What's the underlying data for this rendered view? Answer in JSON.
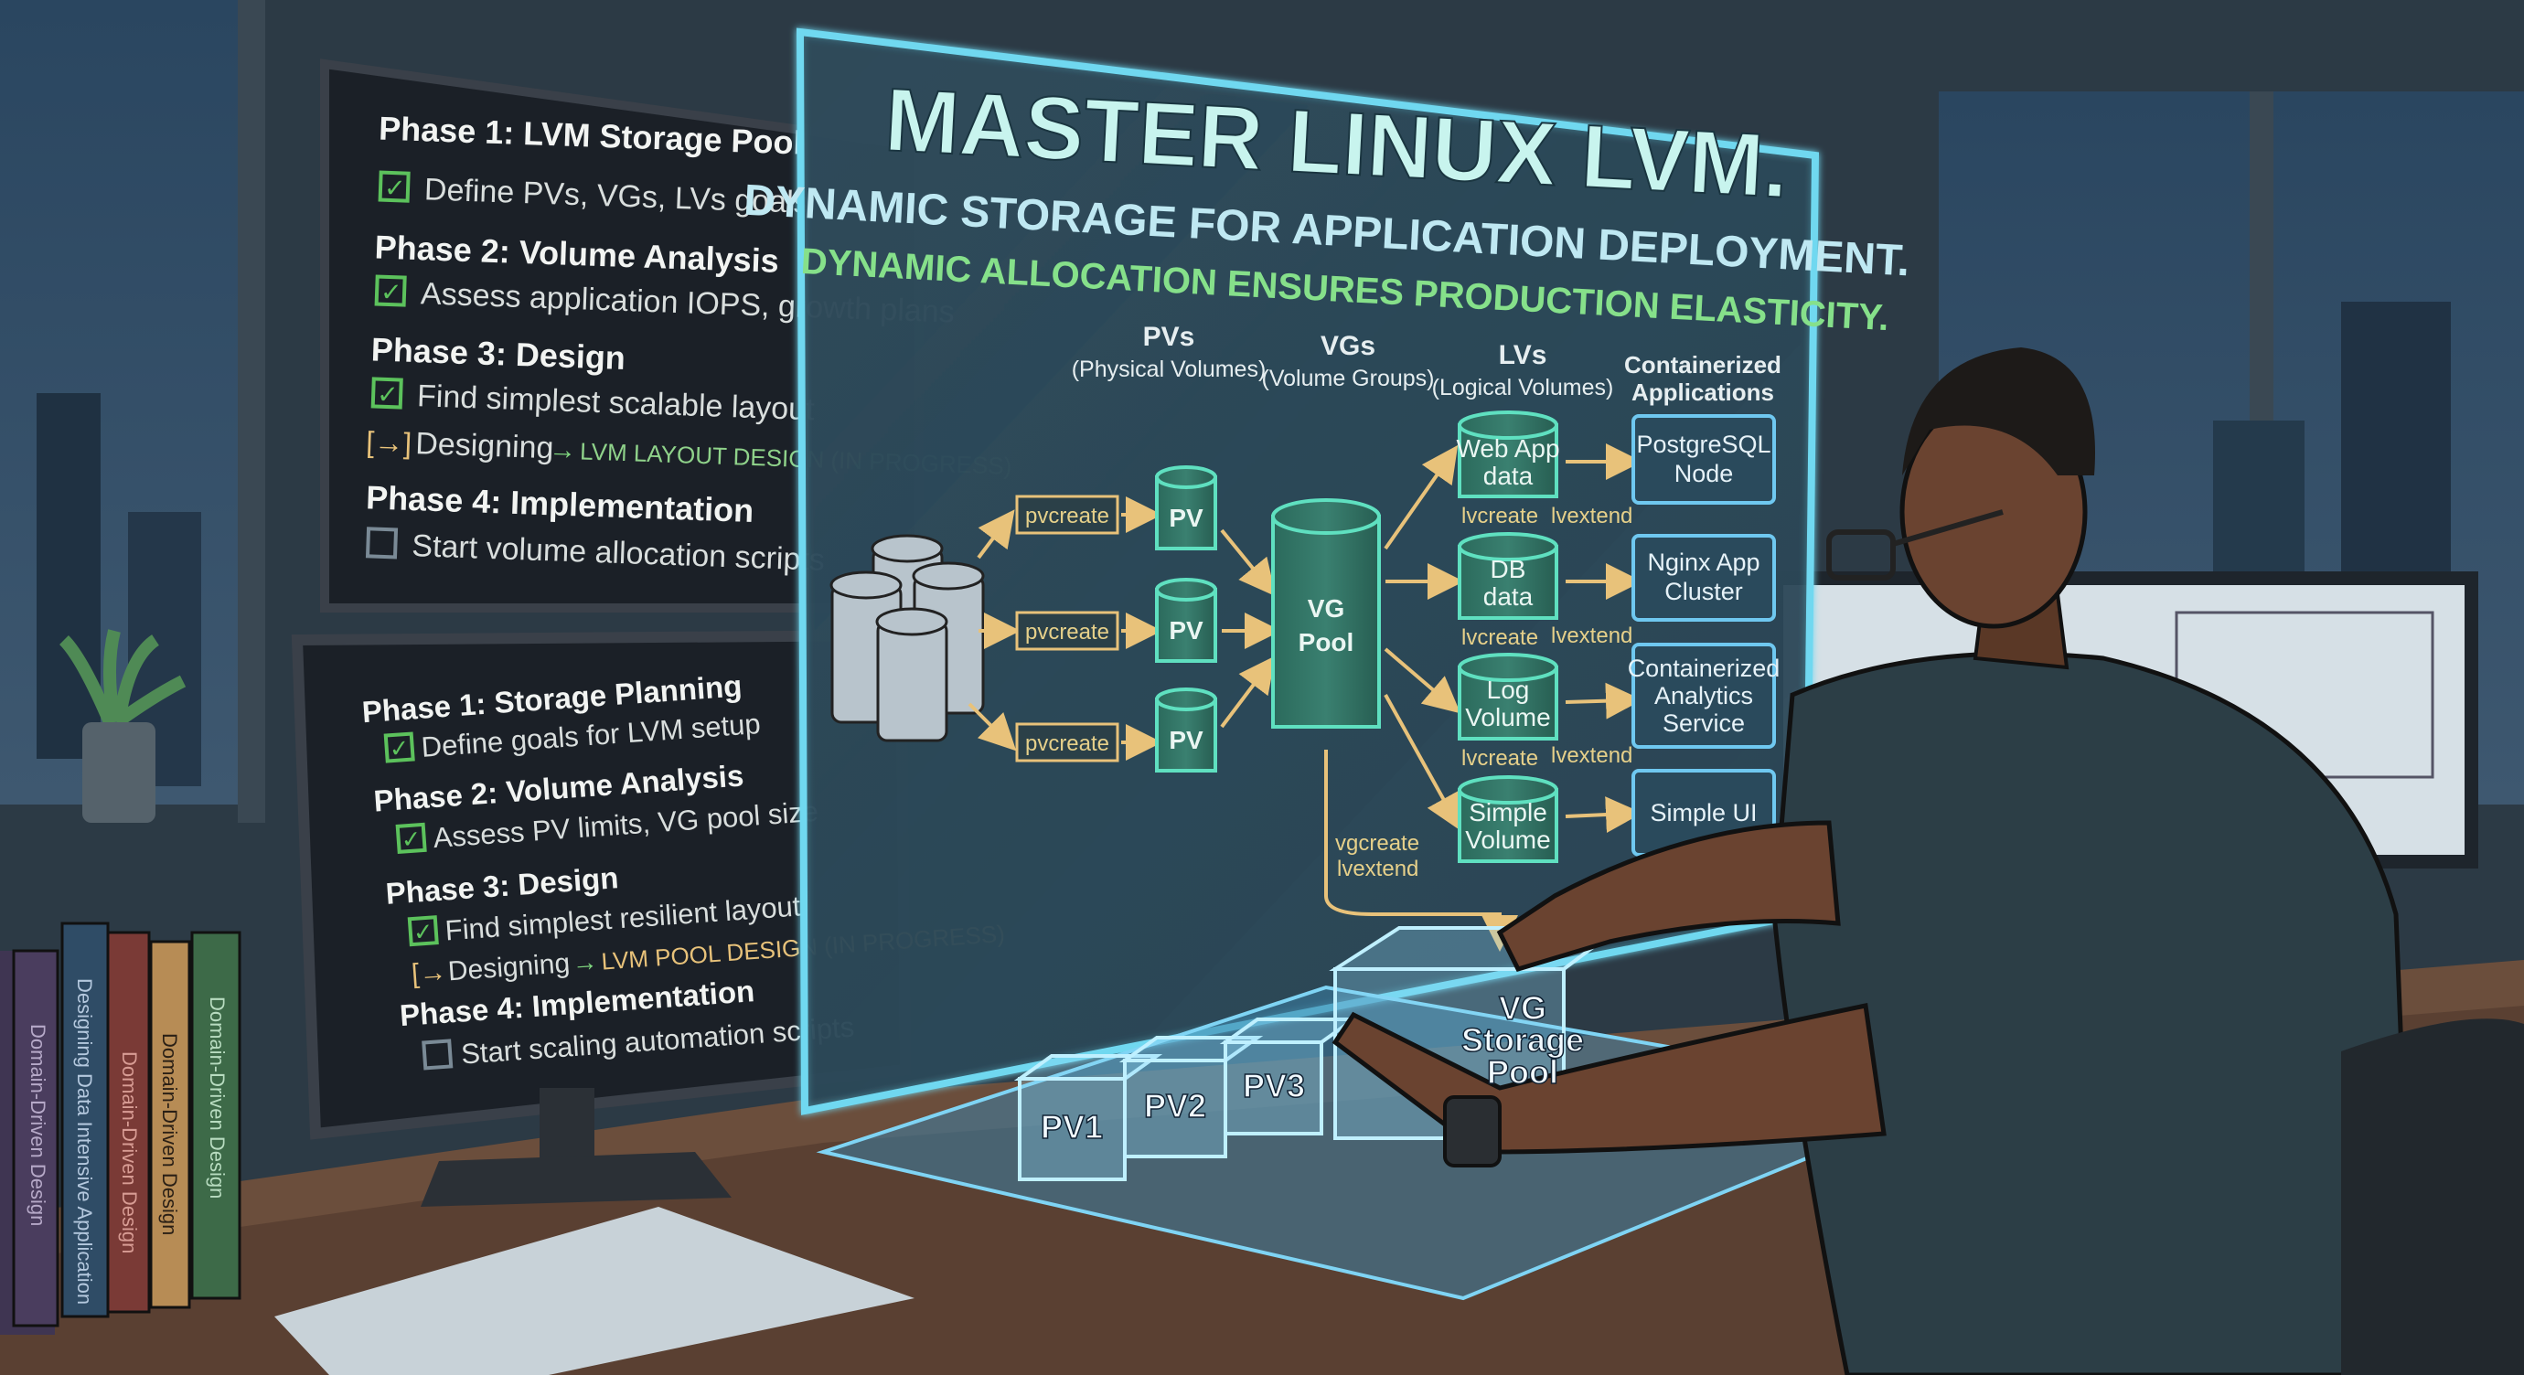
{
  "hologram": {
    "title": "MASTER LINUX LVM.",
    "subtitle": "DYNAMIC STORAGE FOR APPLICATION DEPLOYMENT.",
    "tagline": "DYNAMIC ALLOCATION ENSURES PRODUCTION ELASTICITY.",
    "columns": [
      {
        "title": "PVs",
        "sub": "(Physical Volumes)"
      },
      {
        "title": "VGs",
        "sub": "(Volume Groups)"
      },
      {
        "title": "LVs",
        "sub": "(Logical Volumes)"
      },
      {
        "title": "Containerized",
        "sub": "Applications"
      }
    ],
    "pvcreate": [
      "pvcreate",
      "pvcreate",
      "pvcreate"
    ],
    "pvs": [
      "PV",
      "PV",
      "PV"
    ],
    "vg_pool": [
      "VG",
      "Pool"
    ],
    "lvs": [
      {
        "l1": "Web App",
        "l2": "data"
      },
      {
        "l1": "DB",
        "l2": "data"
      },
      {
        "l1": "Log",
        "l2": "Volume"
      },
      {
        "l1": "Simple",
        "l2": "Volume"
      }
    ],
    "lv_cmds": {
      "create": "lvcreate",
      "extend": "lvextend"
    },
    "apps": [
      {
        "l1": "PostgreSQL",
        "l2": "Node",
        "l3": ""
      },
      {
        "l1": "Nginx App",
        "l2": "Cluster",
        "l3": ""
      },
      {
        "l1": "Containerized",
        "l2": "Analytics",
        "l3": "Service"
      },
      {
        "l1": "Simple UI",
        "l2": "",
        "l3": ""
      }
    ],
    "vg_cmds": [
      "vgcreate",
      "lvextend"
    ]
  },
  "desk_hologram": {
    "pv_blocks": [
      "PV1",
      "PV2",
      "PV3"
    ],
    "vg_block": [
      "VG",
      "Storage",
      "Pool"
    ]
  },
  "monitor_top": {
    "phases": [
      {
        "title": "Phase 1: LVM Storage Pool",
        "item": "Define PVs, VGs, LVs goals",
        "state": "checked"
      },
      {
        "title": "Phase 2: Volume Analysis",
        "item": "Assess application IOPS, growth plans",
        "state": "checked"
      },
      {
        "title": "Phase 3: Design",
        "item": "Find simplest scalable layout",
        "state": "checked"
      },
      {
        "title": "Phase 4: Implementation",
        "item": "Start volume allocation scripts",
        "state": "unchecked"
      }
    ],
    "progress": {
      "marker": "[→]",
      "label": "Designing",
      "arrow": "→",
      "status": "LVM LAYOUT DESIGN (IN PROGRESS)"
    }
  },
  "monitor_bottom": {
    "phases": [
      {
        "title": "Phase 1: Storage Planning",
        "item": "Define goals for LVM setup",
        "state": "checked"
      },
      {
        "title": "Phase 2: Volume Analysis",
        "item": "Assess PV limits, VG pool size",
        "state": "checked"
      },
      {
        "title": "Phase 3: Design",
        "item": "Find simplest resilient layout",
        "state": "checked"
      },
      {
        "title": "Phase 4: Implementation",
        "item": "Start scaling automation scripts",
        "state": "unchecked"
      }
    ],
    "progress": {
      "marker": "[→",
      "label": "Designing",
      "arrow": "→",
      "status": "LVM POOL DESIGN (IN PROGRESS)"
    }
  },
  "books": [
    "Domain-Driven Design",
    "Designing Data Intensive Application",
    "Domain-Driven Design",
    "Domain-Driven Design",
    "Domain-Driven Design"
  ],
  "colors": {
    "hologram_edge": "#6fd8f0",
    "cylinder": "#5fe0c0",
    "arrow": "#e8c27a",
    "check": "#5cc25c"
  }
}
